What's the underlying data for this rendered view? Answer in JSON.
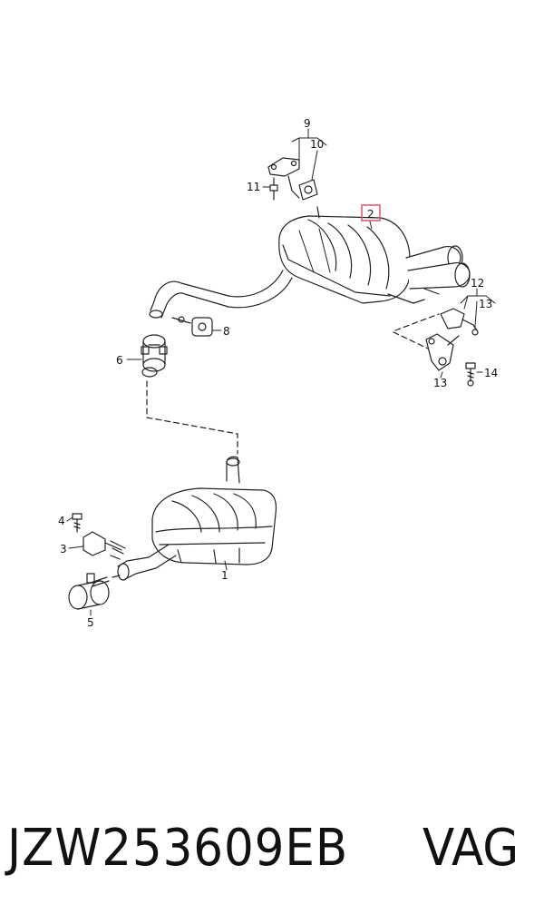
{
  "diagram": {
    "callouts": {
      "c1": "1",
      "c2": "2",
      "c3": "3",
      "c4": "4",
      "c5": "5",
      "c6": "6",
      "c8": "8",
      "c9": "9",
      "c10": "10",
      "c11": "11",
      "c12": "12",
      "c13a": "13",
      "c13b": "13",
      "c14": "14"
    },
    "highlight_color": "#e0506a"
  },
  "footer": {
    "part_number": "JZW253609EB",
    "brand": "VAG"
  }
}
